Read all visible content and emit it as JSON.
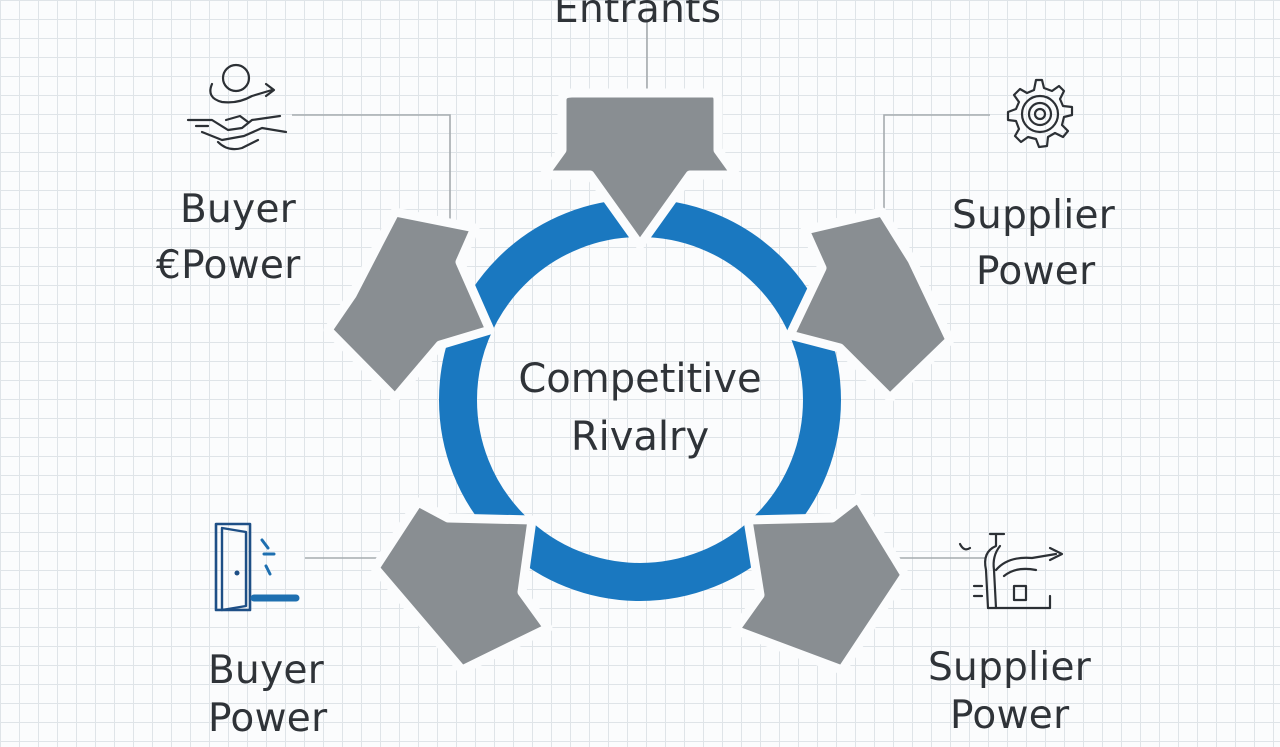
{
  "center": {
    "line1": "Competitive",
    "line2": "Rivalry"
  },
  "forces": {
    "top": {
      "line1": "Entrants"
    },
    "upper_left": {
      "line1": "Buyer",
      "line2": "Power",
      "prefix_glyph": "€"
    },
    "upper_right": {
      "line1": "Supplier",
      "line2": "Power"
    },
    "lower_left": {
      "line1": "Buyer",
      "line2": "Power"
    },
    "lower_right": {
      "line1": "Supplier",
      "line2": "Power"
    }
  },
  "icons": {
    "upper_left": "handshake-icon",
    "upper_right": "gear-icon",
    "lower_left": "door-exit-icon",
    "lower_right": "pipe-valve-icon"
  },
  "colors": {
    "ring": "#1a78c0",
    "arrow": "#898e92",
    "grid": "#dfe4e8",
    "connector": "#a6abaf",
    "text": "#2f3338"
  }
}
